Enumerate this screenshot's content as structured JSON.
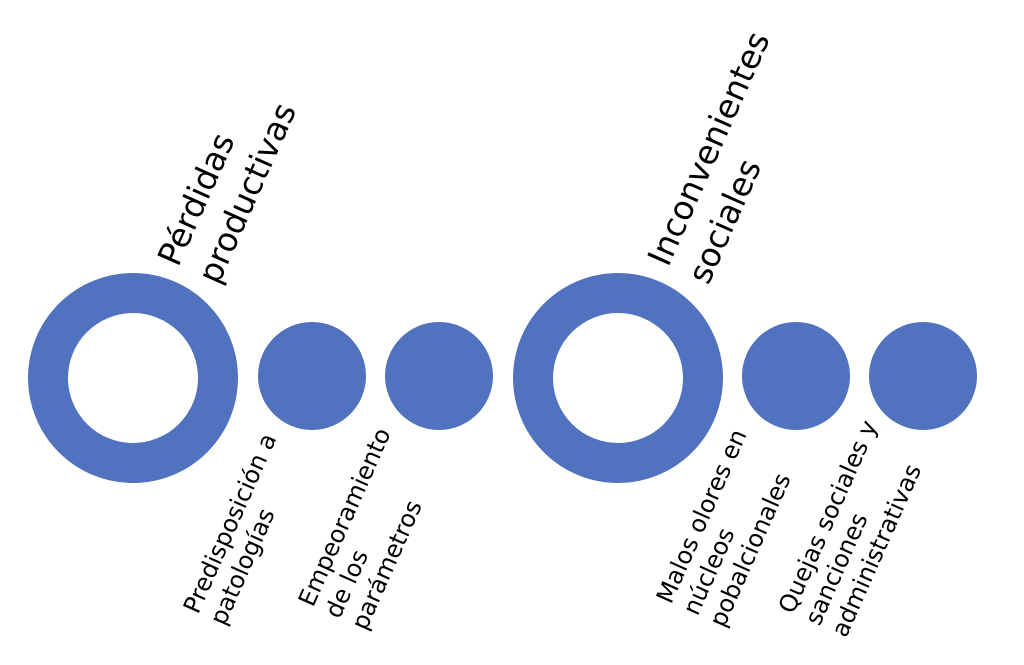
{
  "colors": {
    "shape_fill": "#5072bf",
    "background": "#ffffff",
    "text": "#000000"
  },
  "groups": [
    {
      "title_lines": [
        "Pérdidas",
        "productivas"
      ],
      "items": [
        {
          "lines": [
            "Predisposición a",
            "patologías"
          ]
        },
        {
          "lines": [
            "Empeoramiento",
            "de los",
            "parámetros"
          ]
        }
      ]
    },
    {
      "title_lines": [
        "Inconvenientes",
        "sociales"
      ],
      "items": [
        {
          "lines": [
            "Malos olores en",
            "núcleos",
            "pobalcionales"
          ]
        },
        {
          "lines": [
            "Quejas sociales y",
            "sanciones",
            "administrativas"
          ]
        }
      ]
    }
  ]
}
